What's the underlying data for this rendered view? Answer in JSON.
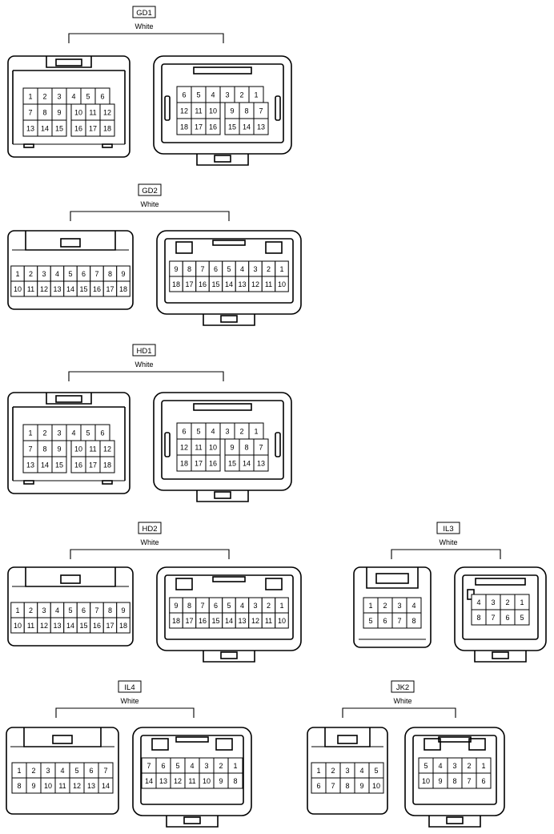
{
  "connectors": [
    {
      "name": "GD1",
      "color": "White",
      "male": {
        "rows": [
          [
            "1",
            "2",
            "3",
            "4",
            "5",
            "6"
          ],
          [
            "7",
            "8",
            "9",
            "",
            "10",
            "11",
            "12"
          ],
          [
            "13",
            "14",
            "15",
            "",
            "16",
            "17",
            "18"
          ]
        ]
      },
      "female": {
        "rows": [
          [
            "6",
            "5",
            "4",
            "3",
            "2",
            "1"
          ],
          [
            "12",
            "11",
            "10",
            "",
            "9",
            "8",
            "7"
          ],
          [
            "18",
            "17",
            "16",
            "",
            "15",
            "14",
            "13"
          ]
        ]
      }
    },
    {
      "name": "GD2",
      "color": "White",
      "male": {
        "rows": [
          [
            "1",
            "2",
            "3",
            "4",
            "5",
            "6",
            "7",
            "8",
            "9"
          ],
          [
            "10",
            "11",
            "12",
            "13",
            "14",
            "15",
            "16",
            "17",
            "18"
          ]
        ]
      },
      "female": {
        "rows": [
          [
            "9",
            "8",
            "7",
            "6",
            "5",
            "4",
            "3",
            "2",
            "1"
          ],
          [
            "18",
            "17",
            "16",
            "15",
            "14",
            "13",
            "12",
            "11",
            "10"
          ]
        ]
      }
    },
    {
      "name": "HD1",
      "color": "White",
      "male": {
        "rows": [
          [
            "1",
            "2",
            "3",
            "4",
            "5",
            "6"
          ],
          [
            "7",
            "8",
            "9",
            "",
            "10",
            "11",
            "12"
          ],
          [
            "13",
            "14",
            "15",
            "",
            "16",
            "17",
            "18"
          ]
        ]
      },
      "female": {
        "rows": [
          [
            "6",
            "5",
            "4",
            "3",
            "2",
            "1"
          ],
          [
            "12",
            "11",
            "10",
            "",
            "9",
            "8",
            "7"
          ],
          [
            "18",
            "17",
            "16",
            "",
            "15",
            "14",
            "13"
          ]
        ]
      }
    },
    {
      "name": "HD2",
      "color": "White",
      "male": {
        "rows": [
          [
            "1",
            "2",
            "3",
            "4",
            "5",
            "6",
            "7",
            "8",
            "9"
          ],
          [
            "10",
            "11",
            "12",
            "13",
            "14",
            "15",
            "16",
            "17",
            "18"
          ]
        ]
      },
      "female": {
        "rows": [
          [
            "9",
            "8",
            "7",
            "6",
            "5",
            "4",
            "3",
            "2",
            "1"
          ],
          [
            "18",
            "17",
            "16",
            "15",
            "14",
            "13",
            "12",
            "11",
            "10"
          ]
        ]
      }
    },
    {
      "name": "IL3",
      "color": "White",
      "male": {
        "rows": [
          [
            "1",
            "2",
            "3",
            "4"
          ],
          [
            "5",
            "6",
            "7",
            "8"
          ]
        ]
      },
      "female": {
        "rows": [
          [
            "4",
            "3",
            "2",
            "1"
          ],
          [
            "8",
            "7",
            "6",
            "5"
          ]
        ]
      }
    },
    {
      "name": "IL4",
      "color": "White",
      "male": {
        "rows": [
          [
            "1",
            "2",
            "3",
            "4",
            "5",
            "6",
            "7"
          ],
          [
            "8",
            "9",
            "10",
            "11",
            "12",
            "13",
            "14"
          ]
        ]
      },
      "female": {
        "rows": [
          [
            "7",
            "6",
            "5",
            "4",
            "3",
            "2",
            "1"
          ],
          [
            "14",
            "13",
            "12",
            "11",
            "10",
            "9",
            "8"
          ]
        ]
      }
    },
    {
      "name": "JK2",
      "color": "White",
      "male": {
        "rows": [
          [
            "1",
            "2",
            "3",
            "4",
            "5"
          ],
          [
            "6",
            "7",
            "8",
            "9",
            "10"
          ]
        ]
      },
      "female": {
        "rows": [
          [
            "5",
            "4",
            "3",
            "2",
            "1"
          ],
          [
            "10",
            "9",
            "8",
            "7",
            "6"
          ]
        ]
      }
    }
  ]
}
